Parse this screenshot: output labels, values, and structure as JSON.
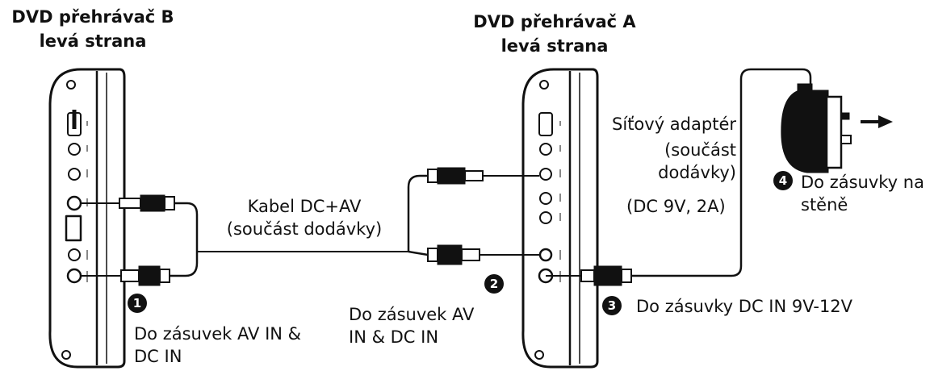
{
  "player_b": {
    "title_line1": "DVD přehrávač B",
    "title_line2": "levá strana"
  },
  "player_a": {
    "title_line1": "DVD přehrávač A",
    "title_line2": "levá strana"
  },
  "cable": {
    "line1": "Kabel DC+AV",
    "line2": "(součást dodávky)"
  },
  "adapter": {
    "line1": "Síťový adaptér",
    "line2": "(součást",
    "line3": "dodávky)",
    "line4": "(DC 9V, 2A)"
  },
  "steps": [
    {
      "number": "1",
      "line1": "Do zásuvek AV IN &",
      "line2": "DC IN"
    },
    {
      "number": "2",
      "line1": "Do zásuvek AV",
      "line2": "IN & DC IN"
    },
    {
      "number": "3",
      "line1": "Do zásuvky DC IN 9V-12V"
    },
    {
      "number": "4",
      "line1": "Do zásuvky na",
      "line2": "stěně"
    }
  ],
  "colors": {
    "ink": "#111111",
    "background": "#ffffff"
  }
}
